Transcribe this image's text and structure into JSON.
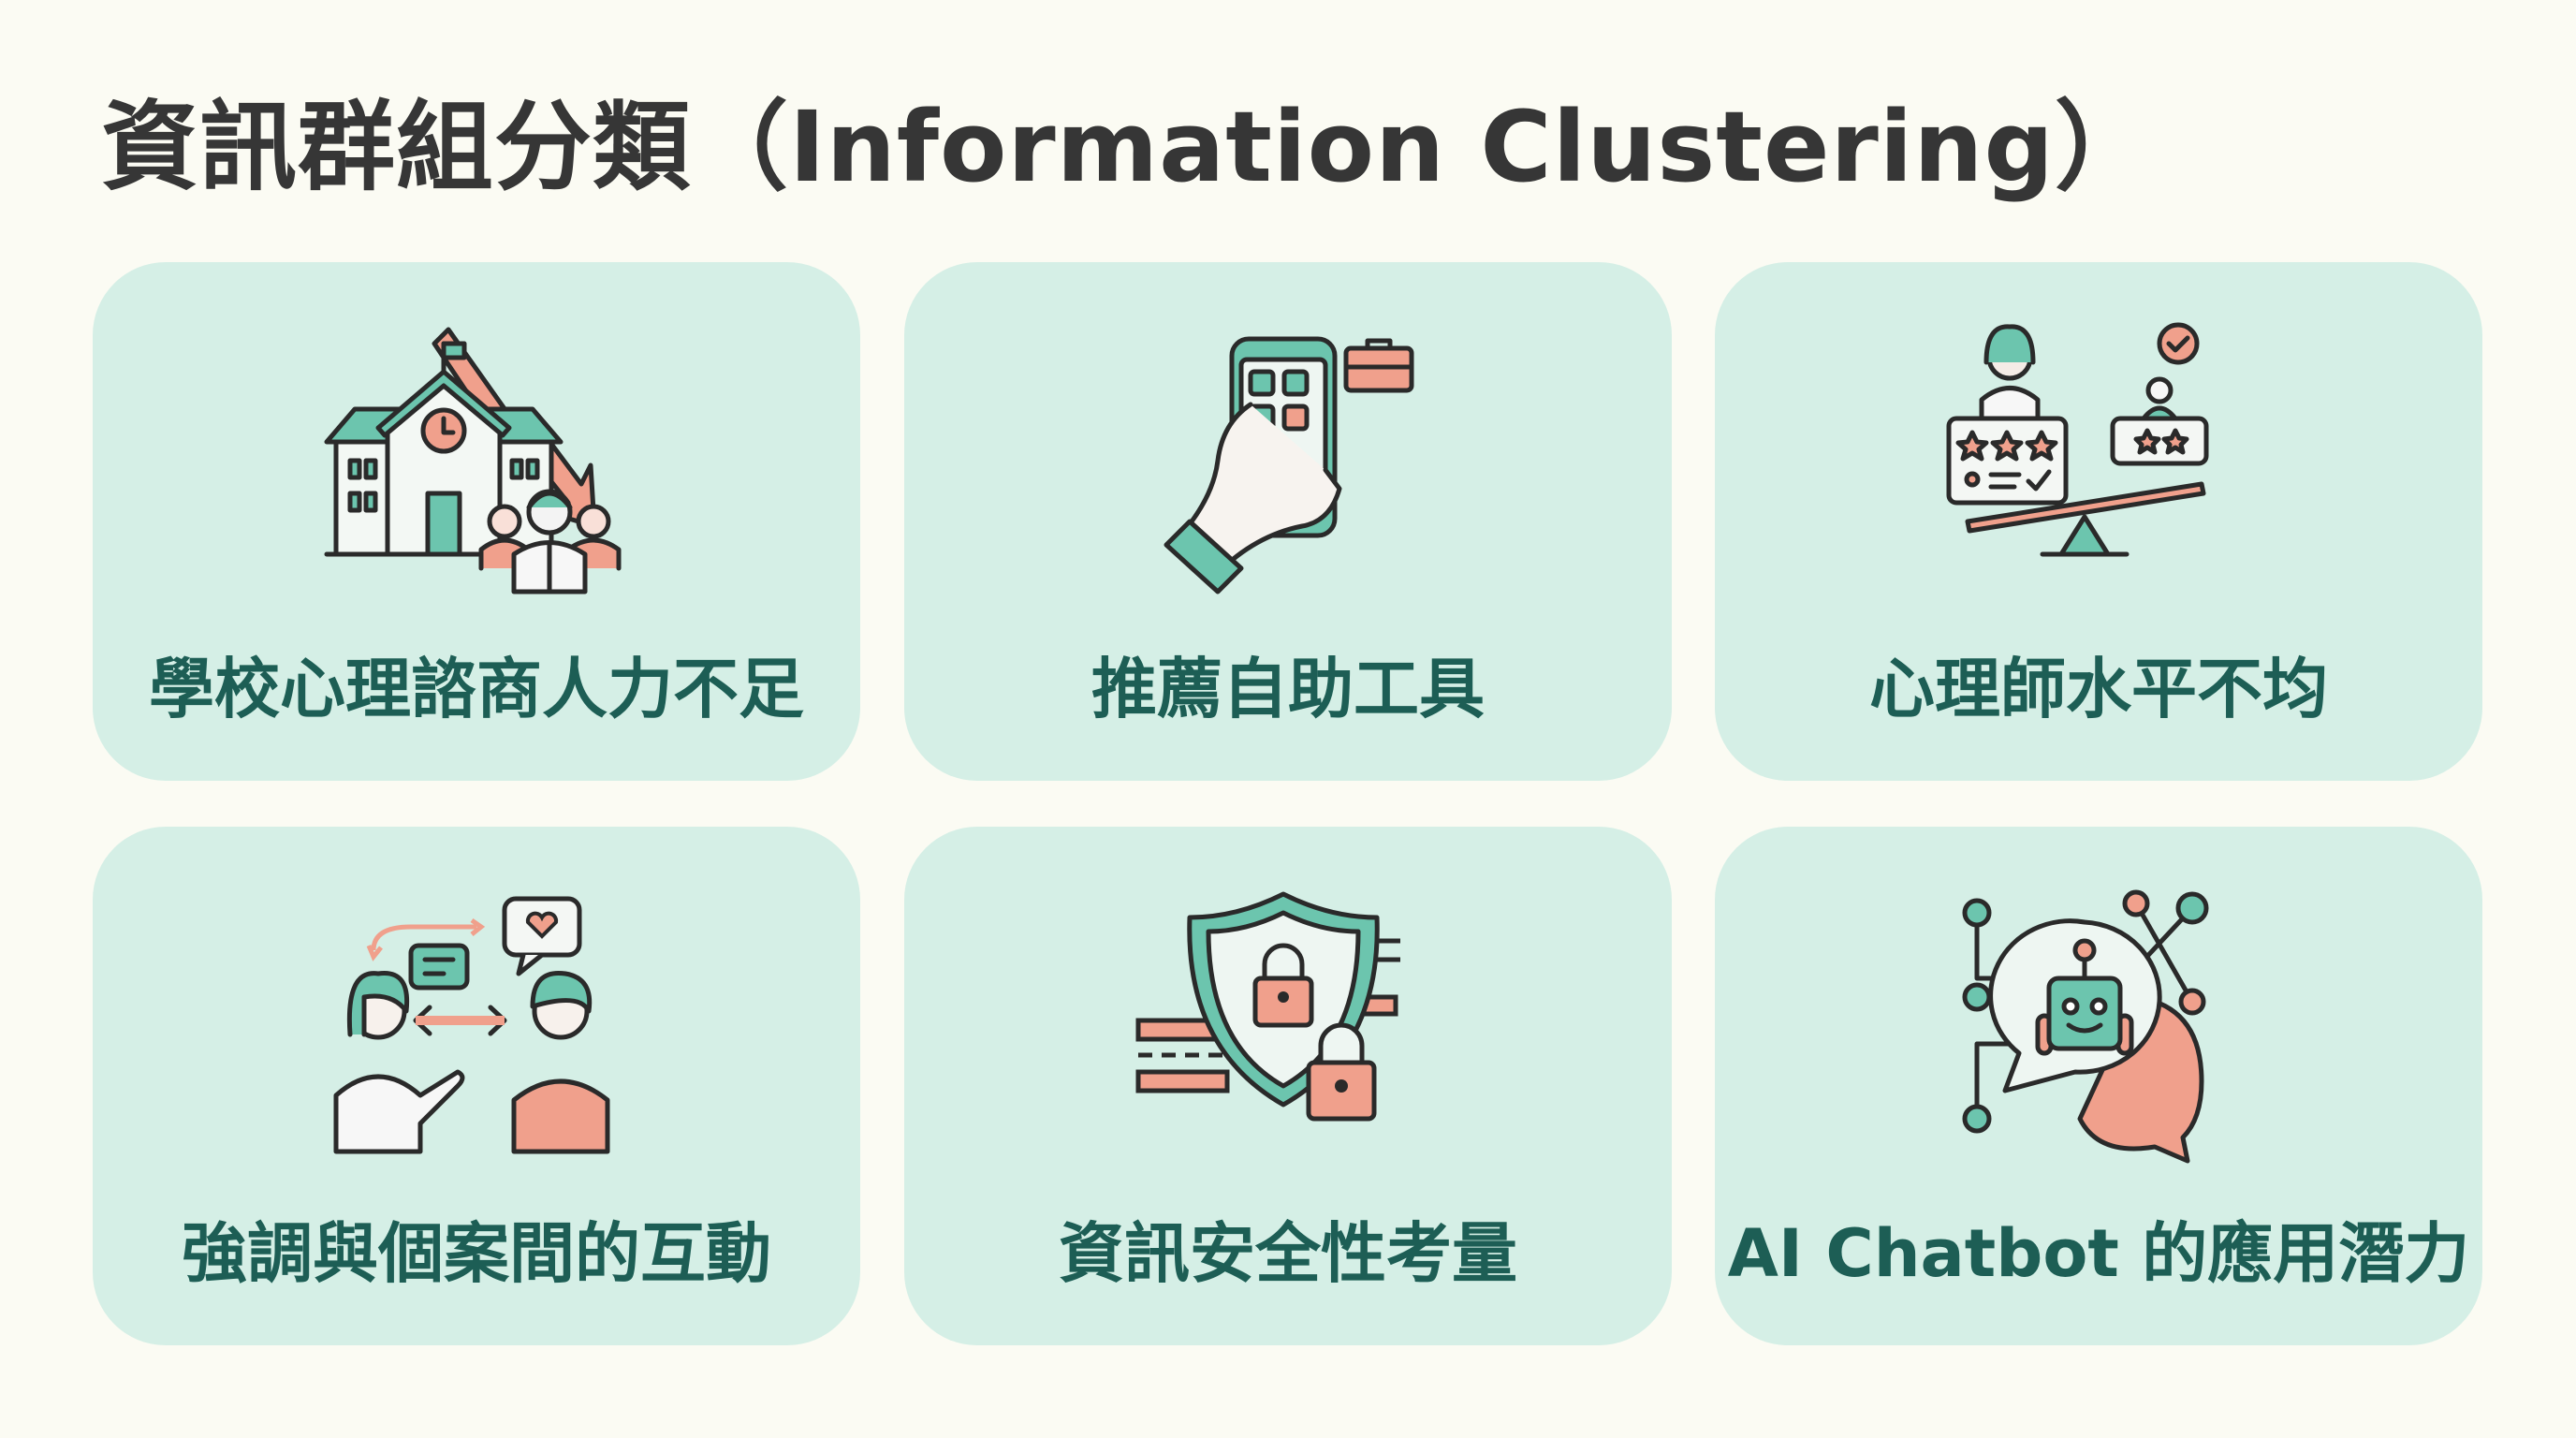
{
  "page": {
    "title": "資訊群組分類（Information Clustering）"
  },
  "cards": [
    {
      "label": "學校心理諮商人力不足",
      "icon": "school-decline-icon"
    },
    {
      "label": "推薦自助工具",
      "icon": "phone-app-icon"
    },
    {
      "label": "心理師水平不均",
      "icon": "rating-balance-icon"
    },
    {
      "label": "強調與個案間的互動",
      "icon": "interaction-icon"
    },
    {
      "label": "資訊安全性考量",
      "icon": "security-shield-icon"
    },
    {
      "label": "AI Chatbot 的應用潛力",
      "icon": "chatbot-icon"
    }
  ],
  "colors": {
    "background": "#fbfbf3",
    "card": "#d5efe6",
    "label": "#1d5e55",
    "teal": "#6cc5ae",
    "coral": "#f0a08c"
  }
}
